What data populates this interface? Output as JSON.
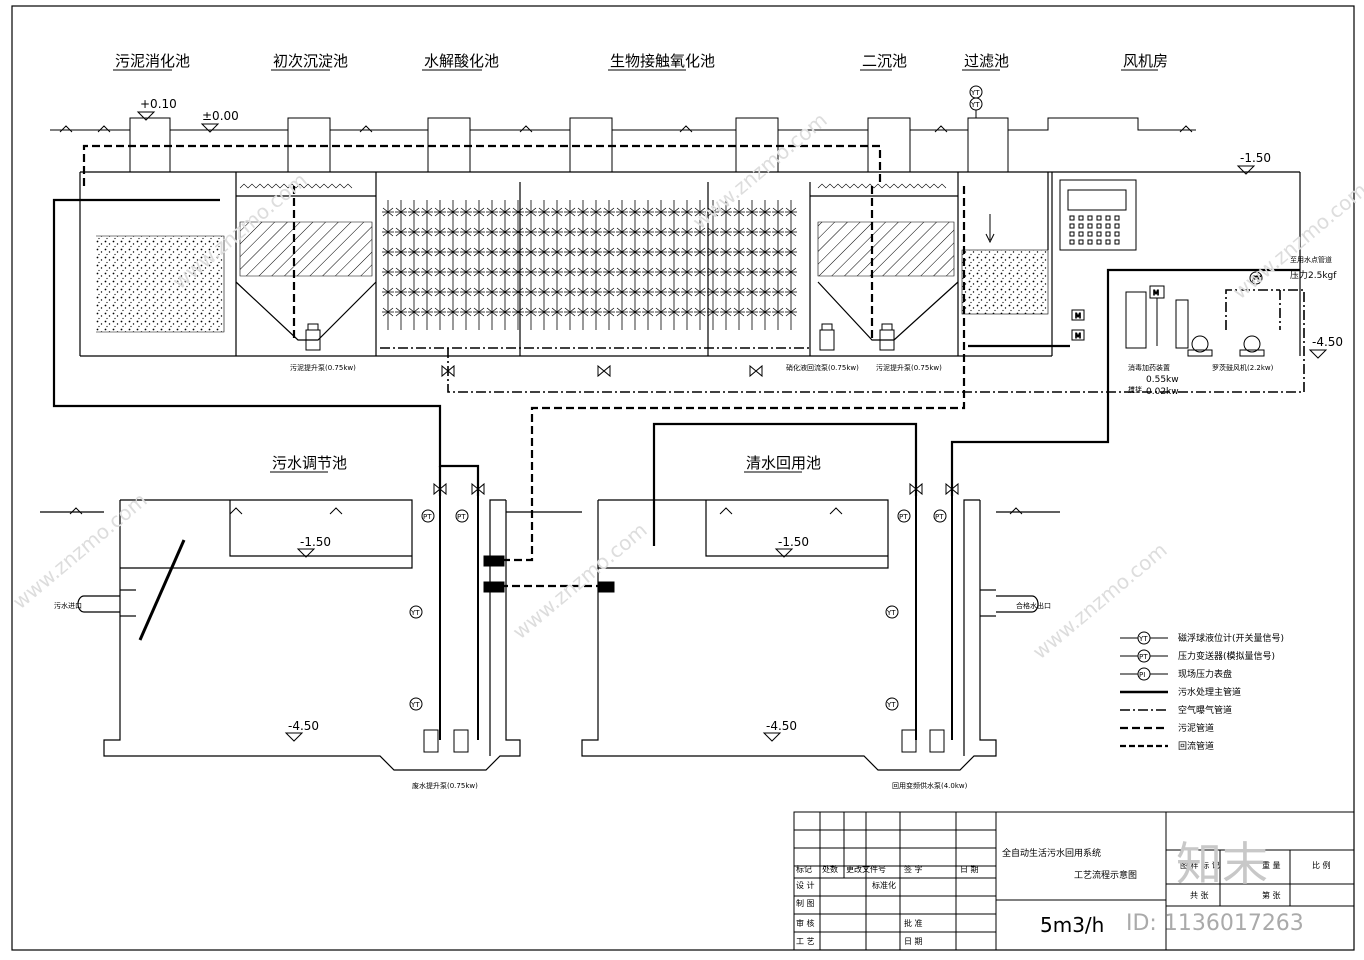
{
  "sections": {
    "sludge_digest": "污泥消化池",
    "primary_settle": "初次沉淀池",
    "hydrolysis": "水解酸化池",
    "bio_contact": "生物接触氧化池",
    "secondary_settle": "二沉池",
    "filter": "过滤池",
    "blower_room": "风机房",
    "regulating_tank": "污水调节池",
    "clear_reuse_tank": "清水回用池"
  },
  "levels": {
    "plus010": "+0.10",
    "zero": "±0.00",
    "minus150": "-1.50",
    "minus450": "-4.50"
  },
  "equipment": {
    "sludge_pump_1": "污泥提升泵(0.75kw)",
    "nitrify_return_pump": "硝化液回流泵(0.75kw)",
    "sludge_pump_2": "污泥提升泵(0.75kw)",
    "dosing_device": "消毒加药装置",
    "dosing_power_a": "0.55kw",
    "dosing_power_b": "0.02kw",
    "dosing_label": "搅拌",
    "roots_blower": "罗茨鼓风机(2.2kw)",
    "reuse_out_a": "至用水点管道",
    "reuse_out_b": "压力2.5kgf",
    "waste_pump": "废水提升泵(0.75kw)",
    "reuse_pump": "回用变频供水泵(4.0kw)",
    "inlet": "污水进口",
    "overflow": "合格水出口"
  },
  "instruments": {
    "yt": "YT",
    "pt": "PT"
  },
  "legend": [
    {
      "symbol": "YT",
      "text": "磁浮球液位计(开关量信号)"
    },
    {
      "symbol": "PT",
      "text": "压力变送器(模拟量信号)"
    },
    {
      "symbol": "PI",
      "text": "现场压力表盘"
    },
    {
      "symbol": "",
      "text": "污水处理主管道"
    },
    {
      "symbol": "",
      "text": "空气曝气管道"
    },
    {
      "symbol": "",
      "text": "污泥管道"
    },
    {
      "symbol": "",
      "text": "回流管道"
    }
  ],
  "title_block": {
    "project": "全自动生活污水回用系统",
    "drawing": "工艺流程示意图",
    "capacity": "5m3/h",
    "rows": [
      "设 计",
      "制 图",
      "审 核",
      "工 艺"
    ],
    "cols": [
      "标记",
      "处数",
      "更改文件号",
      "签 字",
      "日 期"
    ],
    "labels": [
      "标准化",
      "批 准",
      "日 期"
    ],
    "right": [
      "图 样 标 记",
      "重 量",
      "比 例",
      "共 张",
      "第 张"
    ]
  },
  "watermark": {
    "logo": "知末",
    "id": "ID: 1136017263",
    "site": "www.znzmo.com"
  }
}
